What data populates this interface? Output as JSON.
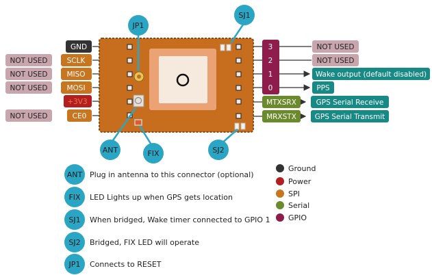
{
  "colors": {
    "ground": "#333333",
    "power": "#b41e1e",
    "spi": "#c7761f",
    "serial": "#6b8a2c",
    "gpio": "#8f1d4c",
    "not_used": "#c9a6ad",
    "teal": "#178a86",
    "callout": "#2aa6c4",
    "board": "#c76d1e"
  },
  "left_pins": [
    {
      "label": "GND",
      "type": "ground",
      "note": ""
    },
    {
      "label": "SCLK",
      "type": "spi",
      "note": "NOT USED"
    },
    {
      "label": "MISO",
      "type": "spi",
      "note": "NOT USED"
    },
    {
      "label": "MOSI",
      "type": "spi",
      "note": "NOT USED"
    },
    {
      "label": "+3V3",
      "type": "power",
      "note": ""
    },
    {
      "label": "CE0",
      "type": "spi",
      "note": "NOT USED"
    }
  ],
  "right_pins": [
    {
      "label": "3",
      "type": "gpio",
      "note": "NOT USED"
    },
    {
      "label": "2",
      "type": "gpio",
      "note": "NOT USED"
    },
    {
      "label": "1",
      "type": "gpio",
      "note": "Wake output (default disabled)"
    },
    {
      "label": "0",
      "type": "gpio",
      "note": "PPS"
    },
    {
      "label": "MTXSRX",
      "type": "serial",
      "note": "GPS Serial Receive"
    },
    {
      "label": "MRXSTX",
      "type": "serial",
      "note": "GPS Serial Transmit"
    }
  ],
  "board_callouts": {
    "jp1": "JP1",
    "sj1": "SJ1",
    "ant": "ANT",
    "fix": "FIX",
    "sj2": "SJ2"
  },
  "notes": [
    {
      "tag": "ANT",
      "text": "Plug in antenna to this connector (optional)"
    },
    {
      "tag": "FIX",
      "text": "LED Lights up when GPS gets location"
    },
    {
      "tag": "SJ1",
      "text": "When bridged, Wake timer connected to GPIO 1"
    },
    {
      "tag": "SJ2",
      "text": "Bridged, FIX LED will operate"
    },
    {
      "tag": "JP1",
      "text": "Connects to RESET"
    }
  ],
  "legend": [
    {
      "label": "Ground",
      "type": "ground"
    },
    {
      "label": "Power",
      "type": "power"
    },
    {
      "label": "SPI",
      "type": "spi"
    },
    {
      "label": "Serial",
      "type": "serial"
    },
    {
      "label": "GPIO",
      "type": "gpio"
    }
  ]
}
